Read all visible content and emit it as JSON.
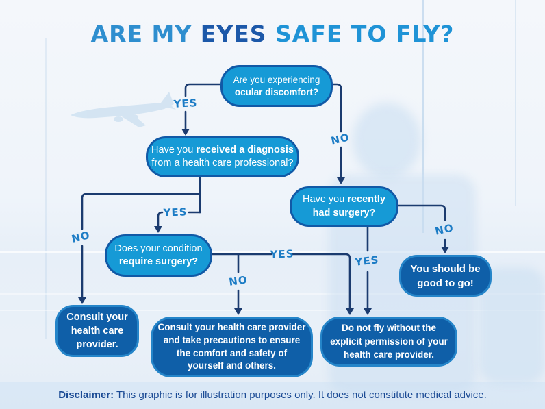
{
  "title": {
    "part1": "ARE MY ",
    "part2": "EYES ",
    "part3": "SAFE TO FLY?"
  },
  "nodes": {
    "q1": {
      "line1": "Are you experiencing",
      "line2": "ocular discomfort?"
    },
    "q2": {
      "line1_pre": "Have you ",
      "line1_bold": "received a diagnosis",
      "line2": "from a health care professional?"
    },
    "q3": {
      "line1_pre": "Have you ",
      "line1_bold": "recently",
      "line2": "had surgery?"
    },
    "q4": {
      "line1": "Does your condition",
      "line2": "require surgery?"
    },
    "o1": {
      "text": "Consult your health care provider."
    },
    "o2": {
      "text": "Consult your health care provider and take precautions to ensure the comfort and safety of yourself and others."
    },
    "o3": {
      "text": "Do not fly without the explicit permission of your health care provider."
    },
    "o4": {
      "text": "You should be good to go!"
    }
  },
  "labels": {
    "yes_a": "YES",
    "no_b": "NO",
    "no_c": "NO",
    "yes_d": "YES",
    "yes_e": "YES",
    "no_e": "NO",
    "yes_f": "YES",
    "no_g": "NO"
  },
  "disclaimer": {
    "bold": "Disclaimer:",
    "text": " This graphic is for illustration purposes only. It does not constitute medical advice."
  },
  "colors": {
    "question_fill": "#169ad6",
    "question_border": "#1159a6",
    "outcome_fill": "#0f5fa8",
    "outcome_border": "#2585c9",
    "connector": "#1b3b6f",
    "label_blue": "#1c7cc5",
    "title_light": "#1f93d6",
    "title_dark": "#1c58a9",
    "disclaimer_text": "#1a4a94"
  }
}
